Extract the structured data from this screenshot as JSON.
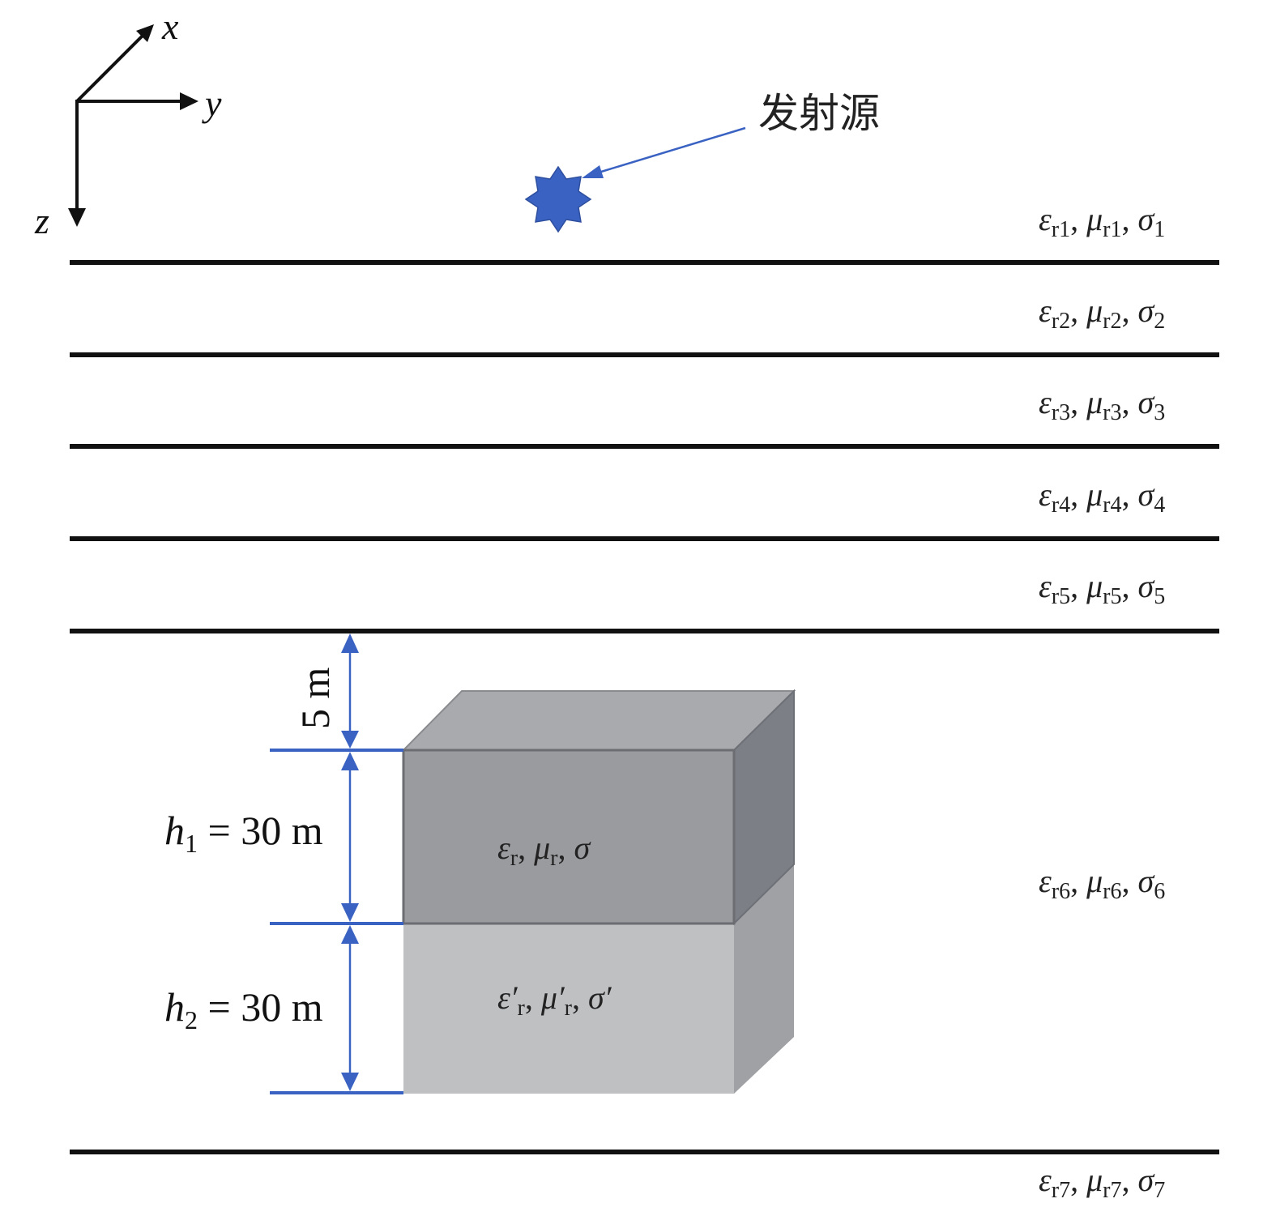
{
  "axes": {
    "x_label": "x",
    "y_label": "y",
    "z_label": "z"
  },
  "source": {
    "label": "发射源",
    "icon": "star-icon",
    "color": "#3a62c2"
  },
  "layers": [
    {
      "eps_sym": "ε",
      "eps_sub": "r1",
      "mu_sym": "μ",
      "mu_sub": "r1",
      "sig_sym": "σ",
      "sig_sub": "1"
    },
    {
      "eps_sym": "ε",
      "eps_sub": "r2",
      "mu_sym": "μ",
      "mu_sub": "r2",
      "sig_sym": "σ",
      "sig_sub": "2"
    },
    {
      "eps_sym": "ε",
      "eps_sub": "r3",
      "mu_sym": "μ",
      "mu_sub": "r3",
      "sig_sym": "σ",
      "sig_sub": "3"
    },
    {
      "eps_sym": "ε",
      "eps_sub": "r4",
      "mu_sym": "μ",
      "mu_sub": "r4",
      "sig_sym": "σ",
      "sig_sub": "4"
    },
    {
      "eps_sym": "ε",
      "eps_sub": "r5",
      "mu_sym": "μ",
      "mu_sub": "r5",
      "sig_sym": "σ",
      "sig_sub": "5"
    },
    {
      "eps_sym": "ε",
      "eps_sub": "r6",
      "mu_sym": "μ",
      "mu_sub": "r6",
      "sig_sym": "σ",
      "sig_sub": "6"
    },
    {
      "eps_sym": "ε",
      "eps_sub": "r7",
      "mu_sym": "μ",
      "mu_sub": "r7",
      "sig_sym": "σ",
      "sig_sub": "7"
    }
  ],
  "block_top": {
    "eps_sym": "ε",
    "eps_sub": "r",
    "mu_sym": "μ",
    "mu_sub": "r",
    "sig_sym": "σ"
  },
  "block_bottom": {
    "eps_sym": "ε′",
    "eps_sub": "r",
    "mu_sym": "μ′",
    "mu_sub": "r",
    "sig_sym": "σ′"
  },
  "dimensions": {
    "depth_label": "5 m",
    "h1_var": "h",
    "h1_sub": "1",
    "h1_value": " = 30 m",
    "h2_var": "h",
    "h2_sub": "2",
    "h2_value": " = 30 m"
  },
  "separator": ", ",
  "colors": {
    "dimension": "#3a62c2",
    "block_top_front": "#9a9b9f",
    "block_top_top": "#a9aaad",
    "block_top_side": "#7d7f86",
    "block_bottom_front": "#bfc0c2",
    "block_bottom_side": "#a0a1a4",
    "layer_line": "#111111"
  }
}
